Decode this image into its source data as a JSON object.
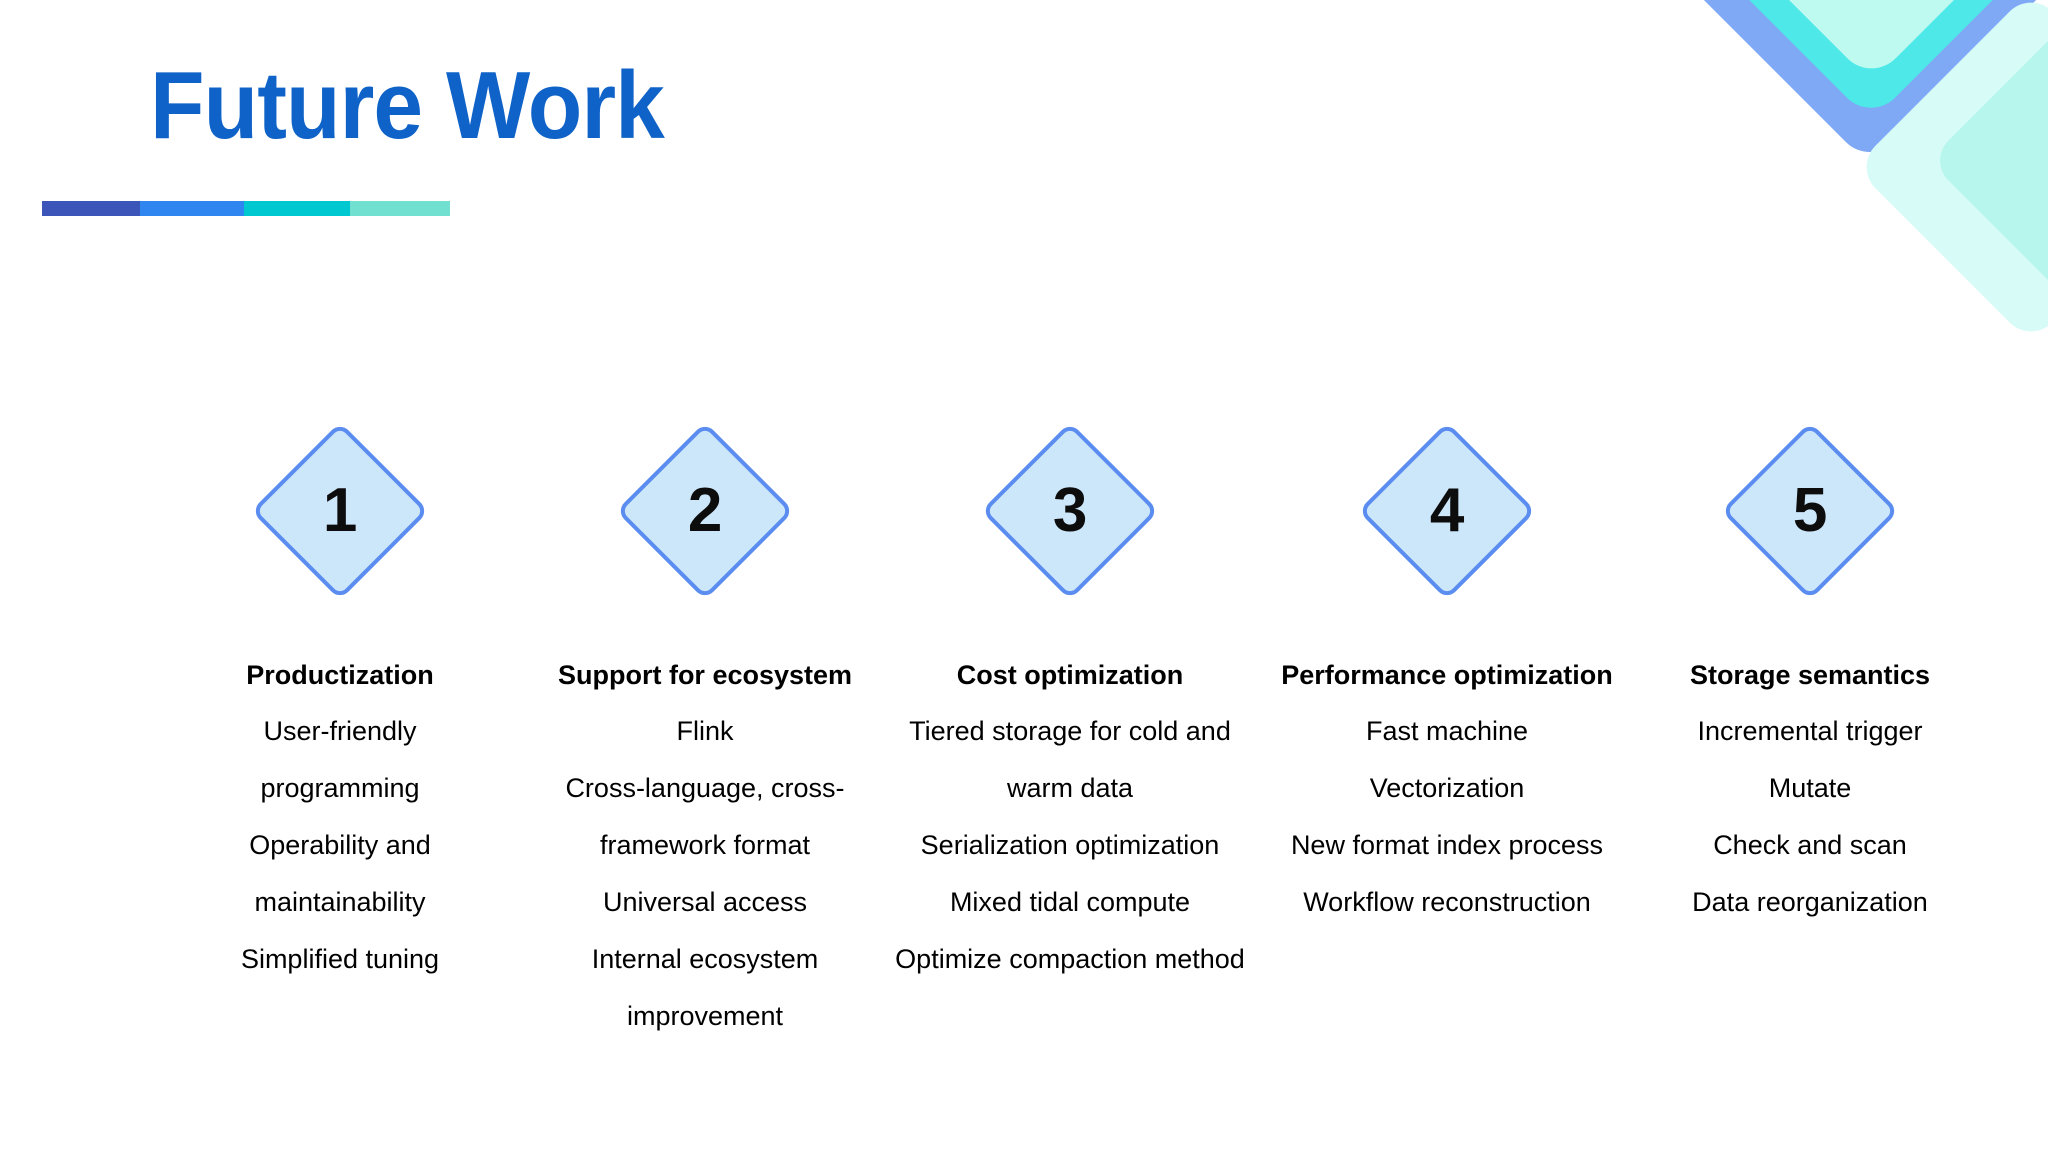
{
  "slide": {
    "title": "Future Work",
    "title_color": "#0F63C8"
  },
  "accent_bar": {
    "segments": [
      {
        "name": "indigo",
        "color": "#3B55B8"
      },
      {
        "name": "blue",
        "color": "#2F86F0"
      },
      {
        "name": "teal",
        "color": "#00C8D0"
      },
      {
        "name": "mint",
        "color": "#72E0D0"
      }
    ]
  },
  "decoration": {
    "colors": [
      "#7FA8F5",
      "#4FE8E8",
      "#BFFAF0",
      "#D7FBF6",
      "#B6F6EC"
    ]
  },
  "badge_style": {
    "fill": "#CCE6FA",
    "border": "#5B8DF0"
  },
  "columns": [
    {
      "number": "1",
      "heading": "Productization",
      "items": [
        "User-friendly programming",
        "Operability and maintainability",
        "Simplified tuning"
      ]
    },
    {
      "number": "2",
      "heading": "Support for ecosystem",
      "items": [
        "Flink",
        "Cross-language, cross-framework format",
        "Universal access",
        "Internal ecosystem improvement"
      ]
    },
    {
      "number": "3",
      "heading": "Cost optimization",
      "items": [
        "Tiered storage for cold and warm data",
        "Serialization optimization",
        "Mixed tidal compute",
        "Optimize compaction method"
      ]
    },
    {
      "number": "4",
      "heading": "Performance optimization",
      "items": [
        "Fast machine",
        "Vectorization",
        "New format index process",
        "Workflow reconstruction"
      ]
    },
    {
      "number": "5",
      "heading": "Storage semantics",
      "items": [
        "Incremental trigger",
        "Mutate",
        "Check and scan",
        "Data reorganization"
      ]
    }
  ]
}
